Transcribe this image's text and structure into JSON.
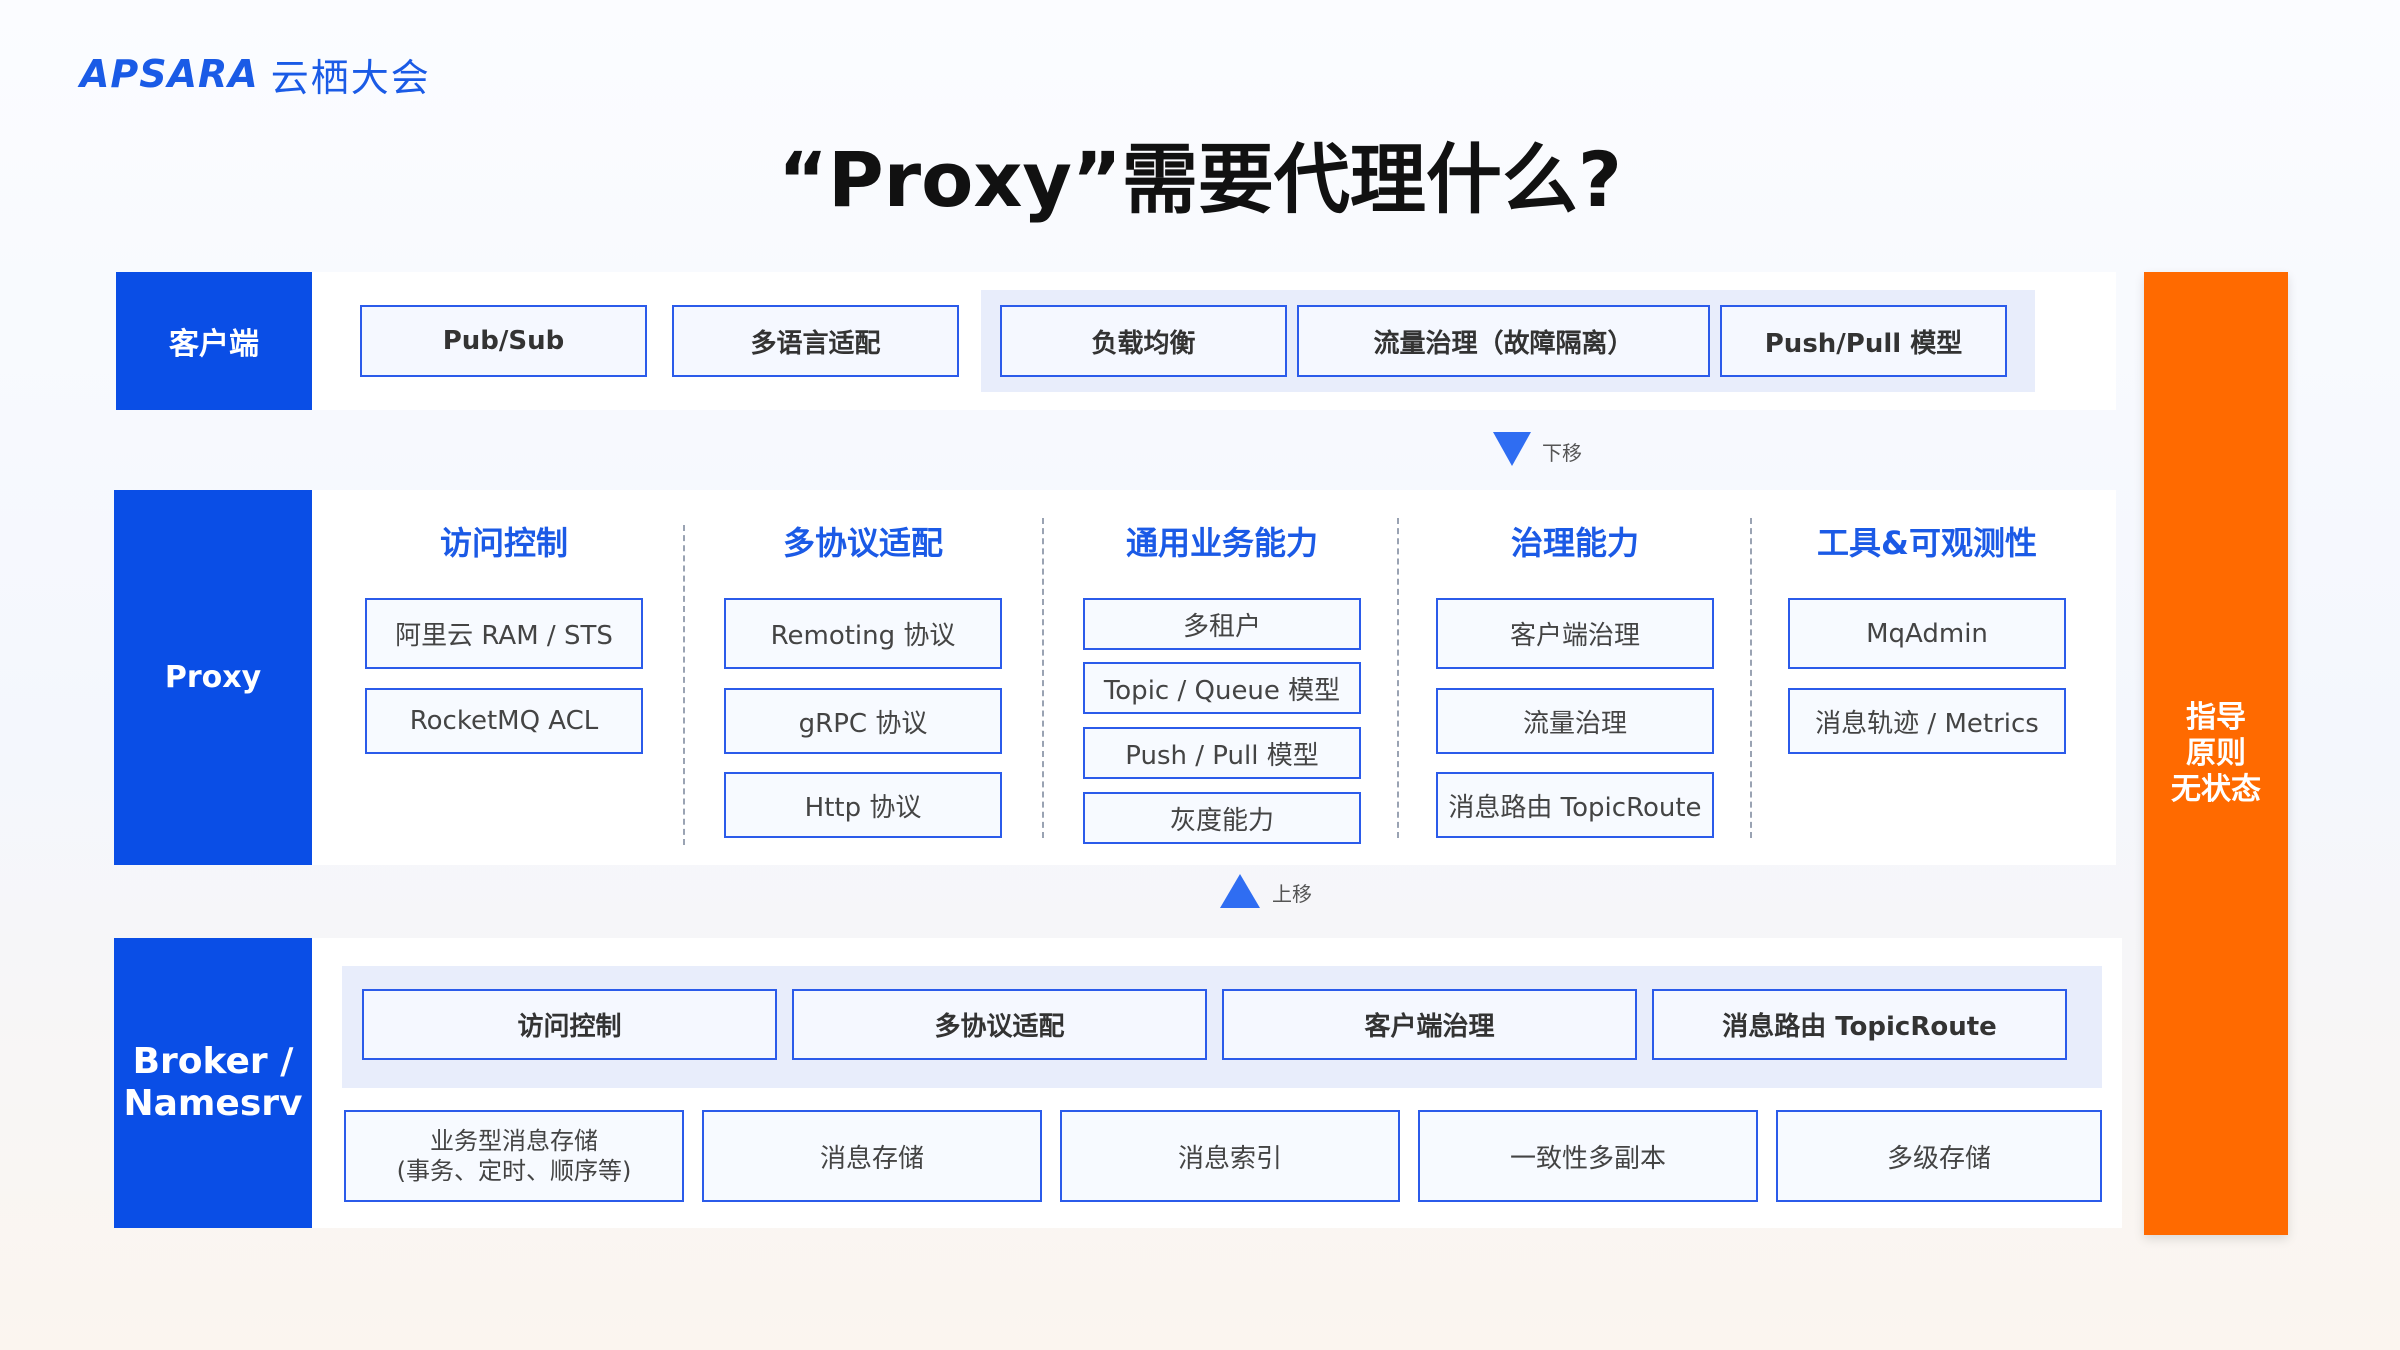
{
  "logo": {
    "latin": "APSARA",
    "cn": "云栖大会"
  },
  "title": "“Proxy”需要代理什么?",
  "client": {
    "label": "客户端",
    "items": [
      "Pub/Sub",
      "多语言适配",
      "负载均衡",
      "流量治理（故障隔离）",
      "Push/Pull 模型"
    ]
  },
  "down_hint": "下移",
  "proxy": {
    "label": "Proxy",
    "columns": [
      {
        "heading": "访问控制",
        "items": [
          "阿里云 RAM / STS",
          "RocketMQ ACL"
        ]
      },
      {
        "heading": "多协议适配",
        "items": [
          "Remoting 协议",
          "gRPC 协议",
          "Http 协议"
        ]
      },
      {
        "heading": "通用业务能力",
        "items": [
          "多租户",
          "Topic / Queue 模型",
          "Push / Pull 模型",
          "灰度能力"
        ]
      },
      {
        "heading": "治理能力",
        "items": [
          "客户端治理",
          "流量治理",
          "消息路由 TopicRoute"
        ]
      },
      {
        "heading": "工具&可观测性",
        "items": [
          "MqAdmin",
          "消息轨迹 / Metrics"
        ]
      }
    ]
  },
  "up_hint": "上移",
  "broker": {
    "label": "Broker /\nNamesrv",
    "top_items": [
      "访问控制",
      "多协议适配",
      "客户端治理",
      "消息路由 TopicRoute"
    ],
    "bottom_items": [
      "业务型消息存储\n(事务、定时、顺序等)",
      "消息存储",
      "消息索引",
      "一致性多副本",
      "多级存储"
    ]
  },
  "principle": "指导\n原则\n无状态"
}
